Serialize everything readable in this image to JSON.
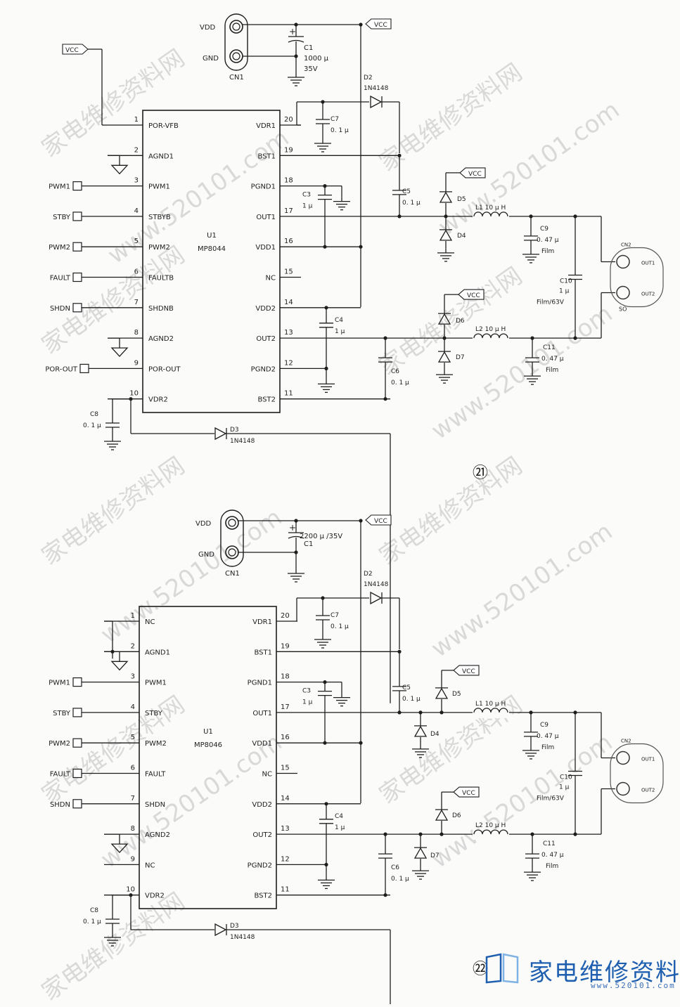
{
  "watermark": {
    "cn": "家电维修资料网",
    "url": "www.520101.com"
  },
  "logo": {
    "cn": "家电维修资料网",
    "url": "www.520101.com"
  },
  "labels": {
    "vcc": "VCC",
    "vdd": "VDD",
    "gnd": "GND",
    "cn1": "CN1",
    "u1": "U1",
    "d2": "D2",
    "d3": "D3",
    "d4": "D4",
    "d5": "D5",
    "d6": "D6",
    "d7": "D7",
    "n4148": "1N4148",
    "c3": "C3",
    "c4": "C4",
    "c5": "C5",
    "c6": "C6",
    "c7": "C7",
    "c8": "C8",
    "c9": "C9",
    "c10": "C10",
    "c11": "C11",
    "v_1u": "1 μ",
    "v_01u": "0. 1 μ",
    "v_047u": "0. 47 μ",
    "film": "Film",
    "film63": "Film/63V",
    "l1": "L1  10 μ H",
    "l2": "L2  10 μ H",
    "cn2": "CN2",
    "out1": "OUT1",
    "out2": "OUT2",
    "so": "SO",
    "pwm1": "PWM1",
    "pwm2": "PWM2",
    "stby": "STBY",
    "fault": "FAULT",
    "shdn": "SHDN",
    "porout": "POR-OUT"
  },
  "schematic1": {
    "ic": "MP8044",
    "c1_value_a": "1000 μ",
    "c1_value_b": "35V",
    "caption": "㉑",
    "left_pins": [
      {
        "num": "1",
        "name": "POR-VFB"
      },
      {
        "num": "2",
        "name": "AGND1"
      },
      {
        "num": "3",
        "name": "PWM1"
      },
      {
        "num": "4",
        "name": "STBYB"
      },
      {
        "num": "5",
        "name": "PWM2"
      },
      {
        "num": "6",
        "name": "FAULTB"
      },
      {
        "num": "7",
        "name": "SHDNB"
      },
      {
        "num": "8",
        "name": "AGND2"
      },
      {
        "num": "9",
        "name": "POR-OUT"
      },
      {
        "num": "10",
        "name": "VDR2"
      }
    ],
    "right_pins": [
      {
        "num": "20",
        "name": "VDR1"
      },
      {
        "num": "19",
        "name": "BST1"
      },
      {
        "num": "18",
        "name": "PGND1"
      },
      {
        "num": "17",
        "name": "OUT1"
      },
      {
        "num": "16",
        "name": "VDD1"
      },
      {
        "num": "15",
        "name": "NC"
      },
      {
        "num": "14",
        "name": "VDD2"
      },
      {
        "num": "13",
        "name": "OUT2"
      },
      {
        "num": "12",
        "name": "PGND2"
      },
      {
        "num": "11",
        "name": "BST2"
      }
    ]
  },
  "schematic2": {
    "ic": "MP8046",
    "c1_value": "2200 μ /35V",
    "caption": "㉒",
    "left_pins": [
      {
        "num": "1",
        "name": "NC"
      },
      {
        "num": "2",
        "name": "AGND1"
      },
      {
        "num": "3",
        "name": "PWM1"
      },
      {
        "num": "4",
        "name": "STBY"
      },
      {
        "num": "5",
        "name": "PWM2"
      },
      {
        "num": "6",
        "name": "FAULT"
      },
      {
        "num": "7",
        "name": "SHDN"
      },
      {
        "num": "8",
        "name": "AGND2"
      },
      {
        "num": "9",
        "name": "NC"
      },
      {
        "num": "10",
        "name": "VDR2"
      }
    ],
    "right_pins": [
      {
        "num": "20",
        "name": "VDR1"
      },
      {
        "num": "19",
        "name": "BST1"
      },
      {
        "num": "18",
        "name": "PGND1"
      },
      {
        "num": "17",
        "name": "OUT1"
      },
      {
        "num": "16",
        "name": "VDD1"
      },
      {
        "num": "15",
        "name": "NC"
      },
      {
        "num": "14",
        "name": "VDD2"
      },
      {
        "num": "13",
        "name": "OUT2"
      },
      {
        "num": "12",
        "name": "PGND2"
      },
      {
        "num": "11",
        "name": "BST2"
      }
    ]
  }
}
